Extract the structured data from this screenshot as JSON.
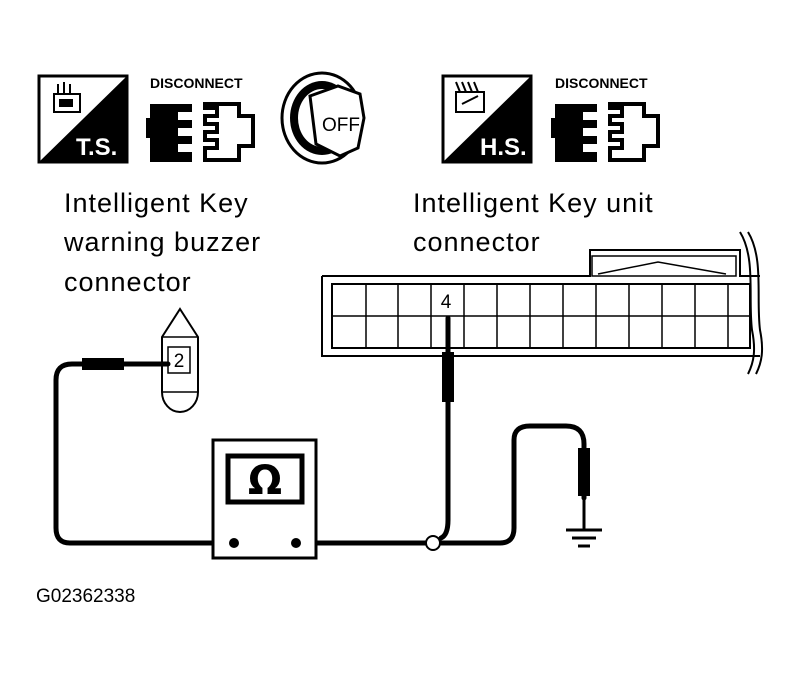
{
  "icons": {
    "ts_badge": "T.S.",
    "hs_badge": "H.S.",
    "disconnect_label_1": "DISCONNECT",
    "disconnect_label_2": "DISCONNECT",
    "ignition_key_text": "OFF",
    "ts_icon_name": "tester-icon",
    "hs_icon_name": "harness-icon",
    "disconnect_icon_name": "disconnect-connector-icon",
    "key_icon_name": "ignition-key-off-icon"
  },
  "labels": {
    "buzzer_connector": [
      "Intelligent Key",
      "warning buzzer",
      "connector"
    ],
    "unit_connector": [
      "Intelligent Key unit",
      "connector"
    ]
  },
  "terminals": {
    "buzzer_pin": "2",
    "unit_pin": "4"
  },
  "meter": {
    "symbol": "Ω"
  },
  "figure_id": "G02362338",
  "colors": {
    "ink": "#000000",
    "paper": "#ffffff"
  }
}
